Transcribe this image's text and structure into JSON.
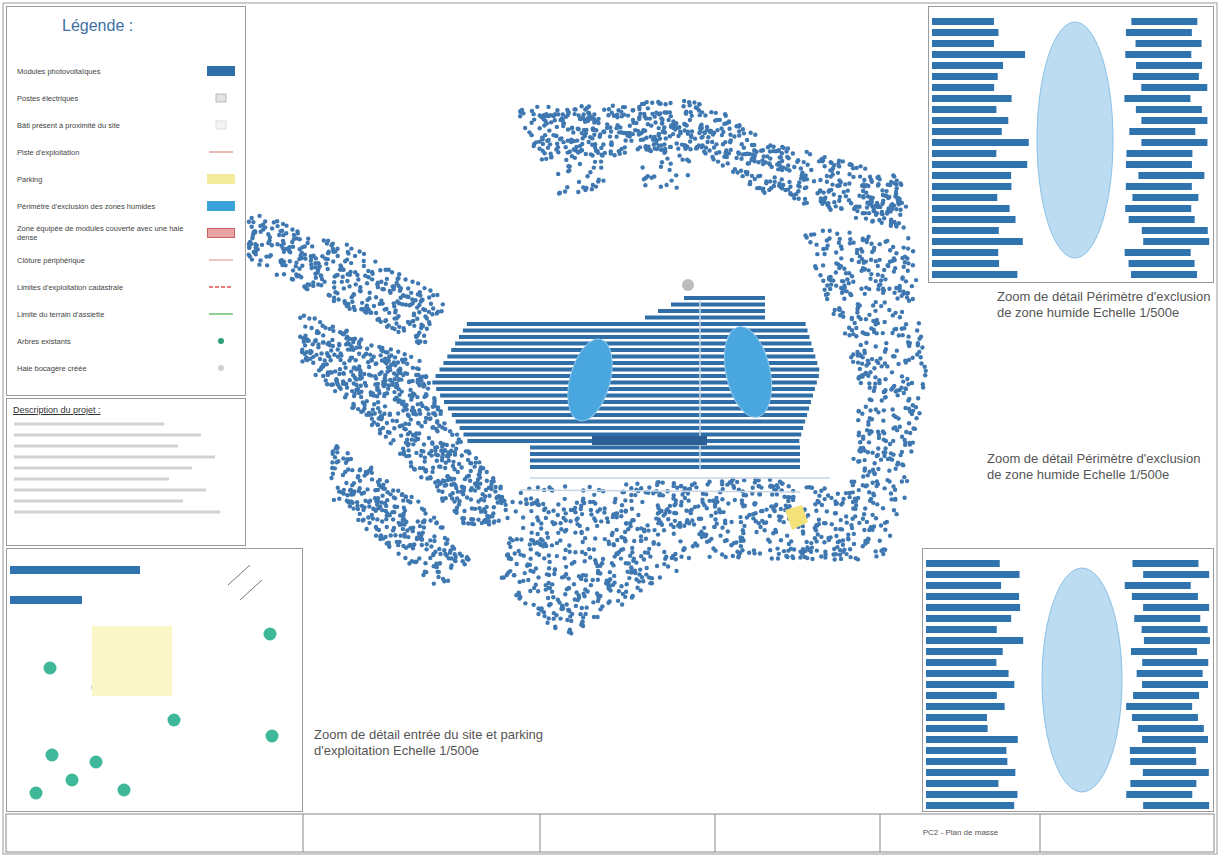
{
  "diagram": {
    "nodes": [
      {
        "text": [
          "Légende :"
        ]
      },
      {
        "text": [
          "Description du projet :"
        ]
      },
      {
        "text": [
          "Zoom de détail Périmètre d'exclusion de zone humide Echelle 1/500e"
        ]
      },
      {
        "text": [
          "Zoom de détail Périmètre d'exclusion de zone humide Echelle 1/500e"
        ]
      },
      {
        "text": [
          "Zoom de détail entrée du site et parking d'exploitation Echelle 1/500e"
        ]
      }
    ],
    "labels": [
      "PC2 - Plan de masse"
    ],
    "legend": [
      {
        "text": "Modules photovoltaïques",
        "color": "#2f6ea6"
      },
      {
        "text": "Postes électriques"
      },
      {
        "text": "Bâti présent à proximité du site"
      },
      {
        "text": "Piste d'exploitation"
      },
      {
        "text": "Parking",
        "color": "#f3ec9c"
      },
      {
        "text": "Périmètre d'exclusion des zones humides",
        "color": "#3aa3da"
      },
      {
        "text": "Zone équipée de modules couverte avec une haie dense",
        "color": "#e8a3a3"
      },
      {
        "text": "Clôture périphérique"
      },
      {
        "text": "Limites d'exploitation cadastrale"
      },
      {
        "text": "Limite du terrain d'assiette"
      },
      {
        "text": "Arbres existants"
      },
      {
        "text": "Haie bocagère créée"
      }
    ]
  }
}
